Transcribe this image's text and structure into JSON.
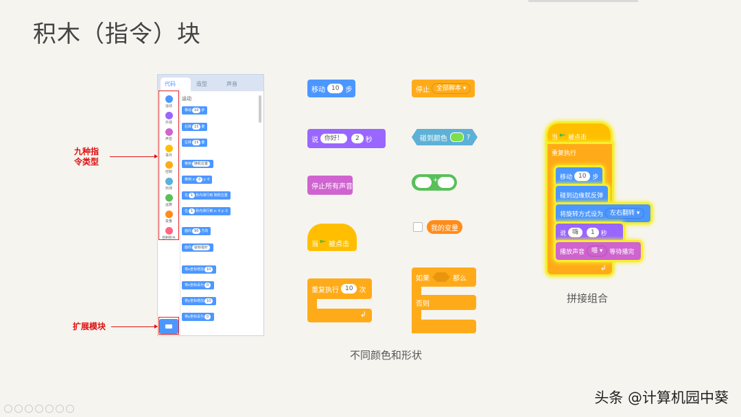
{
  "slide_title": "积木（指令）块",
  "palette": {
    "tabs": [
      "代码",
      "造型",
      "声音"
    ],
    "categories": [
      "运动",
      "外观",
      "声音",
      "事件",
      "控制",
      "侦测",
      "运算",
      "变量",
      "自制积木"
    ],
    "category_colors": [
      "#4c97ff",
      "#9966ff",
      "#cf63cf",
      "#ffbf00",
      "#ffab19",
      "#5cb1d6",
      "#59c059",
      "#ff8c1a",
      "#ff6680"
    ],
    "section_title": "运动",
    "blocks": [
      {
        "text": "移动",
        "value": "10",
        "suffix": "步"
      },
      {
        "text": "右转",
        "value": "15",
        "suffix": "度"
      },
      {
        "text": "左转",
        "value": "15",
        "suffix": "度"
      },
      {
        "text": "移到",
        "value": "随机位置",
        "suffix": ""
      },
      {
        "text": "移到 x:",
        "value": "0",
        "suffix": "y: 0"
      },
      {
        "text": "在",
        "value": "1",
        "suffix": "秒内滑行到 随机位置"
      },
      {
        "text": "在",
        "value": "1",
        "suffix": "秒内滑行到 x: 0 y: 0"
      },
      {
        "text": "面向",
        "value": "90",
        "suffix": "方向"
      },
      {
        "text": "面向",
        "value": "鼠标指针",
        "suffix": ""
      },
      {
        "text": "将x坐标增加",
        "value": "10",
        "suffix": ""
      },
      {
        "text": "将x坐标设为",
        "value": "0",
        "suffix": ""
      },
      {
        "text": "将y坐标增加",
        "value": "10",
        "suffix": ""
      },
      {
        "text": "将y坐标设为",
        "value": "0",
        "suffix": ""
      }
    ]
  },
  "annotations": {
    "nine_types": "九种指\n令类型",
    "extension": "扩展模块"
  },
  "blocks": {
    "move": {
      "label": "移动",
      "value": "10",
      "suffix": "步"
    },
    "say": {
      "label": "说",
      "text": "你好！",
      "seconds": "2",
      "suffix": "秒"
    },
    "stop_sounds": "停止所有声音",
    "when_flag": {
      "prefix": "当",
      "suffix": "被点击"
    },
    "repeat": {
      "label": "重复执行",
      "value": "10",
      "suffix": "次"
    },
    "stop": {
      "label": "停止",
      "option": "全部脚本"
    },
    "touching_color": {
      "label": "碰到颜色",
      "suffix": "?"
    },
    "my_variable": "我的变量",
    "if_else": {
      "if": "如果",
      "then": "那么",
      "else": "否则"
    }
  },
  "combo": {
    "when_flag": {
      "prefix": "当",
      "suffix": "被点击"
    },
    "forever": "重复执行",
    "move": {
      "label": "移动",
      "value": "10",
      "suffix": "步"
    },
    "bounce": "碰到边缘就反弹",
    "rotation": {
      "label": "将旋转方式设为",
      "option": "左右翻转"
    },
    "say": {
      "label": "说",
      "text": "嗨",
      "seconds": "1",
      "suffix": "秒"
    },
    "sound": {
      "label": "播放声音",
      "option": "喵",
      "suffix": "等待播完"
    }
  },
  "captions": {
    "shapes": "不同颜色和形状",
    "combine": "拼接组合"
  },
  "watermark": "头条 @计算机园中葵"
}
